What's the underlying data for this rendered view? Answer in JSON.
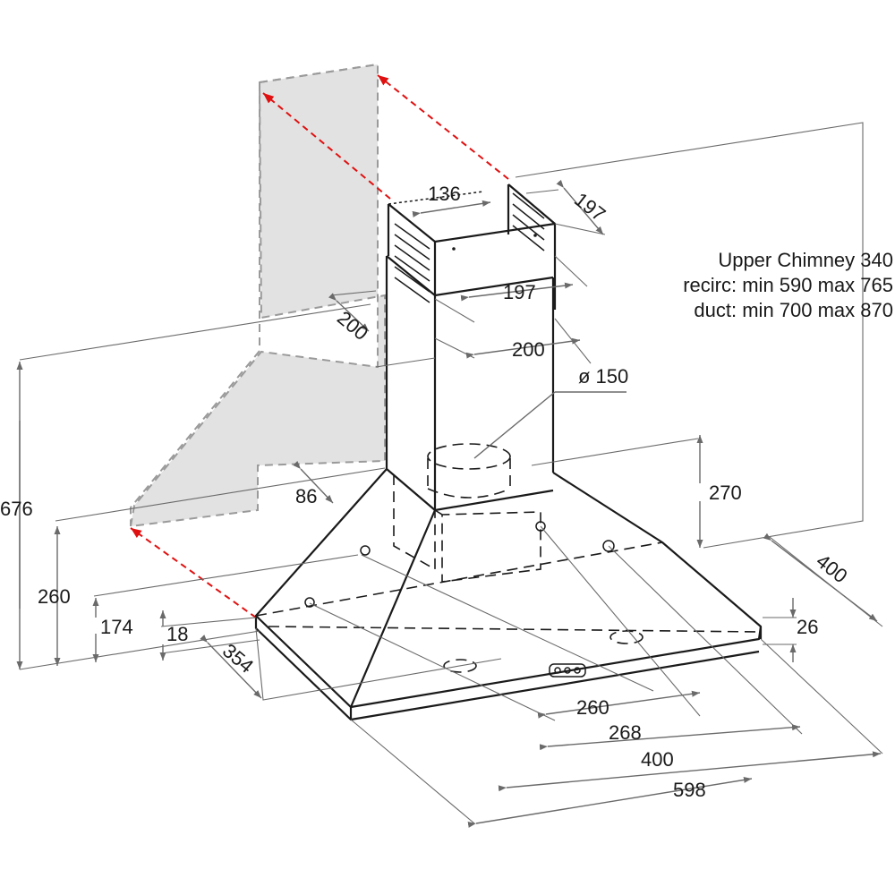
{
  "diagram": {
    "chimney_note": {
      "line1": "Upper Chimney 340",
      "line2": "recirc: min 590 max 765",
      "line3": "duct: min 700 max 870"
    },
    "dimensions": {
      "upper_width": "136",
      "upper_depth_top": "197",
      "upper_depth_bottom": "197",
      "lower_depth_left": "200",
      "lower_width": "200",
      "duct_diameter": "ø 150",
      "vent_height": "270",
      "wall_offset": "86",
      "total_height": "676",
      "height_260": "260",
      "height_174": "174",
      "height_18": "18",
      "depth_354": "354",
      "depth_400_right": "400",
      "edge_26": "26",
      "span_260": "260",
      "span_268": "268",
      "span_400": "400",
      "span_598": "598"
    },
    "colors": {
      "outline": "#1a1a1a",
      "dimension_line": "#6a6a6a",
      "wall_fill": "#e2e2e2",
      "mounting_arrow": "#e01010"
    }
  }
}
